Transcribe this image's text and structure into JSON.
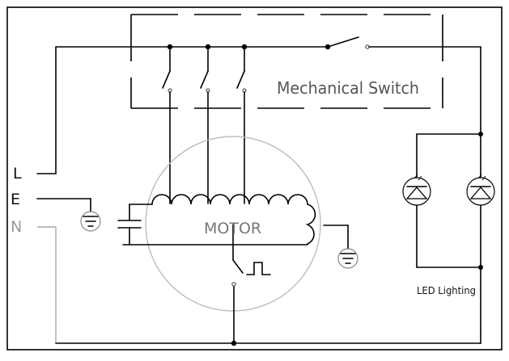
{
  "labels": {
    "line": "L",
    "earth": "E",
    "neutral": "N",
    "mechanical_switch": "Mechanical Switch",
    "motor": "MOTOR",
    "led_lighting": "LED Lighting"
  },
  "colors": {
    "wire": "#000000",
    "neutral_wire": "#a8a8a8",
    "motor_outline": "#bdbdbd",
    "switch_box": "#000000"
  },
  "icons": [
    "ground-icon",
    "capacitor-icon",
    "led-icon",
    "thermal-switch-icon"
  ]
}
